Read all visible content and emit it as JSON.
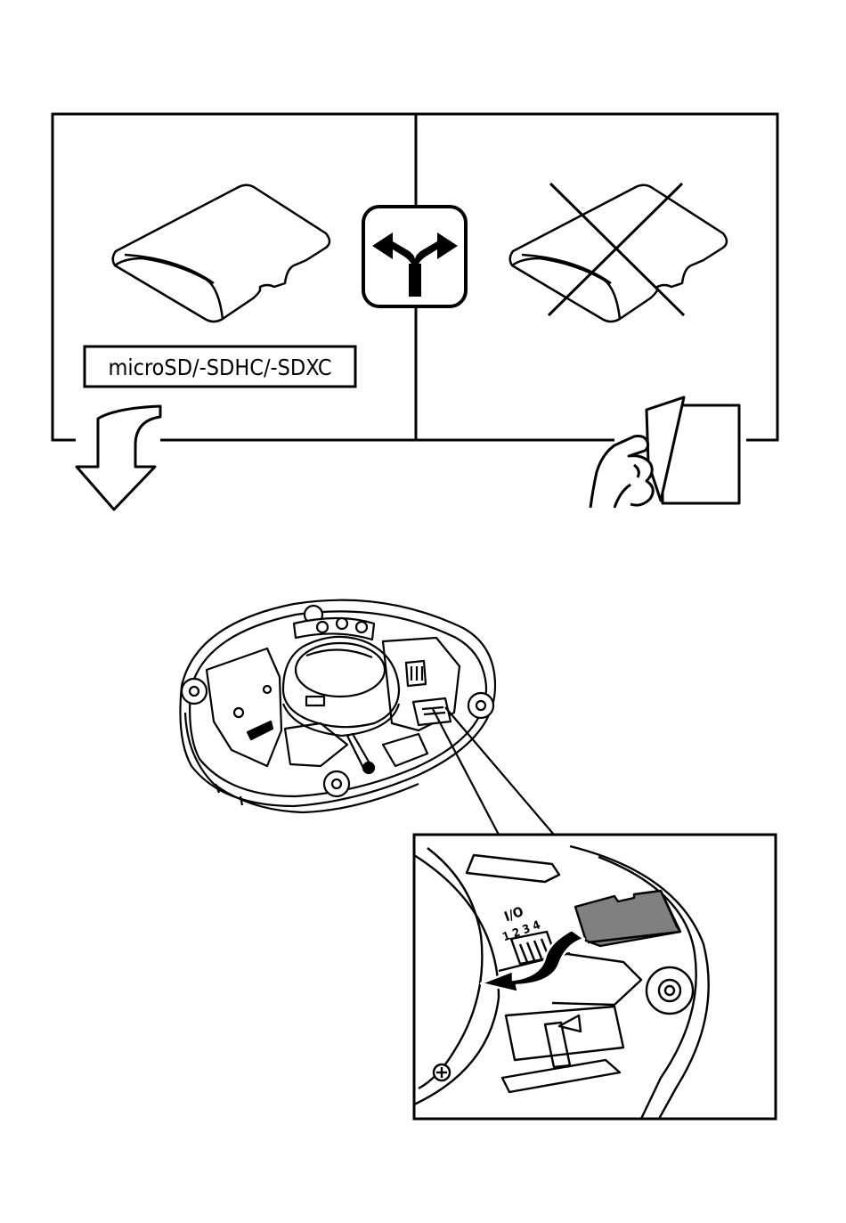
{
  "top_panel": {
    "card_label": "microSD/-SDHC/-SDXC",
    "icons": {
      "card_ok": "microsd-card-icon",
      "card_bad": "microsd-card-crossed-icon",
      "choice": "fork-arrow-icon",
      "down_arrow": "down-arrow-icon",
      "hand_page": "hand-turning-page-icon"
    }
  },
  "inset": {
    "labels": {
      "io": "I/O",
      "digits": [
        "1",
        "2",
        "3",
        "4"
      ]
    }
  }
}
